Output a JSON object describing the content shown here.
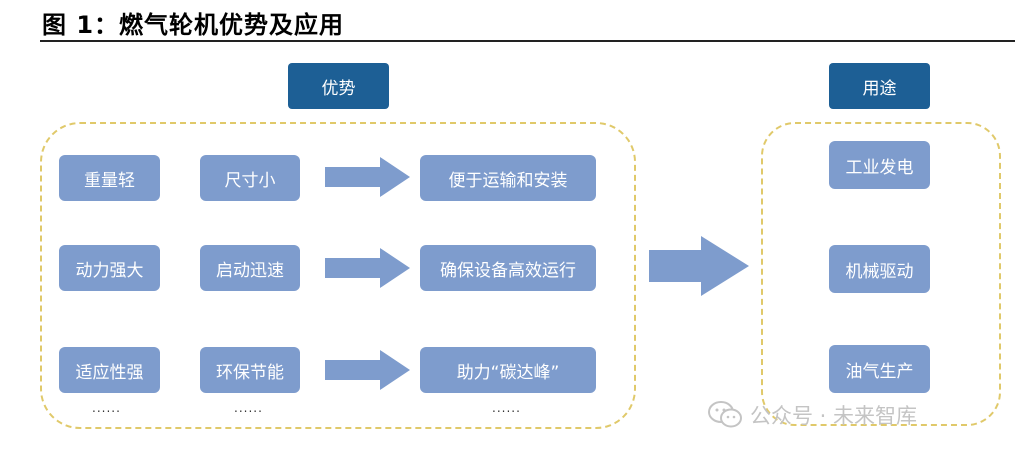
{
  "title": "图 1：燃气轮机优势及应用",
  "headers": {
    "advantages": "优势",
    "uses": "用途"
  },
  "rows": [
    {
      "feature": "重量轻",
      "feature2": "尺寸小",
      "result": "便于运输和安装"
    },
    {
      "feature": "动力强大",
      "feature2": "启动迅速",
      "result": "确保设备高效运行"
    },
    {
      "feature": "适应性强",
      "feature2": "环保节能",
      "result": "助力“碳达峰”"
    }
  ],
  "ellipsis": [
    "......",
    "......",
    "......"
  ],
  "uses": [
    "工业发电",
    "机械驱动",
    "油气生产"
  ],
  "colors": {
    "header": "#1d5f95",
    "pill": "#7e9ccd",
    "arrow": "#7e9ccd",
    "dashed_border": "#e0c96a"
  },
  "watermark": {
    "text": "公众号 · 未来智库",
    "icon": "wechat-icon"
  }
}
